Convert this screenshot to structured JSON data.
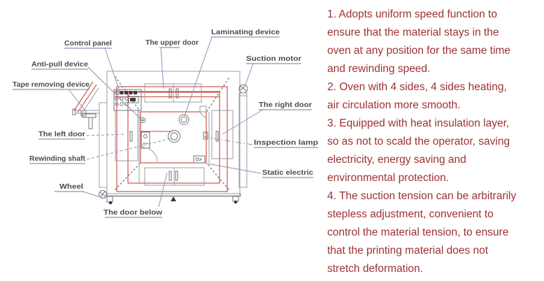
{
  "diagram": {
    "labels": [
      {
        "id": "control-panel",
        "text": "Control panel"
      },
      {
        "id": "anti-pull-device",
        "text": "Anti-pull device"
      },
      {
        "id": "tape-removing-device",
        "text": "Tape removing device"
      },
      {
        "id": "the-upper-door",
        "text": "The upper door"
      },
      {
        "id": "laminating-device",
        "text": "Laminating device"
      },
      {
        "id": "suction-motor",
        "text": "Suction motor"
      },
      {
        "id": "the-right-door",
        "text": "The right door"
      },
      {
        "id": "the-left-door",
        "text": "The left door"
      },
      {
        "id": "inspection-lamp",
        "text": "Inspection lamp"
      },
      {
        "id": "rewinding-shaft",
        "text": "Rewinding shaft"
      },
      {
        "id": "static-electric",
        "text": "Static electric"
      },
      {
        "id": "wheel",
        "text": "Wheel"
      },
      {
        "id": "the-door-below",
        "text": "The door below"
      }
    ]
  },
  "features": {
    "lines": [
      "1. Adopts uniform speed function to",
      "ensure that the material stays in the",
      "oven at any position for the same time",
      "and rewinding speed.",
      "2. Oven with 4 sides, 4 sides heating,",
      "air circulation more smooth.",
      "3. Equipped with heat insulation layer,",
      "so as not to scald the operator, saving",
      "electricity, energy saving and",
      "environmental protection.",
      "4. The suction tension can be arbitrarily",
      "stepless adjustment, convenient to",
      "control the material tension, to ensure",
      "that the printing material does not",
      "stretch deformation."
    ]
  },
  "colors": {
    "background": "#ffffff",
    "feature_text": "#9d3134",
    "diagram_red": "#c8443b",
    "label_text": "#4c4c4c",
    "leader_line": "#8b94b8",
    "machine_line": "#989da4"
  }
}
